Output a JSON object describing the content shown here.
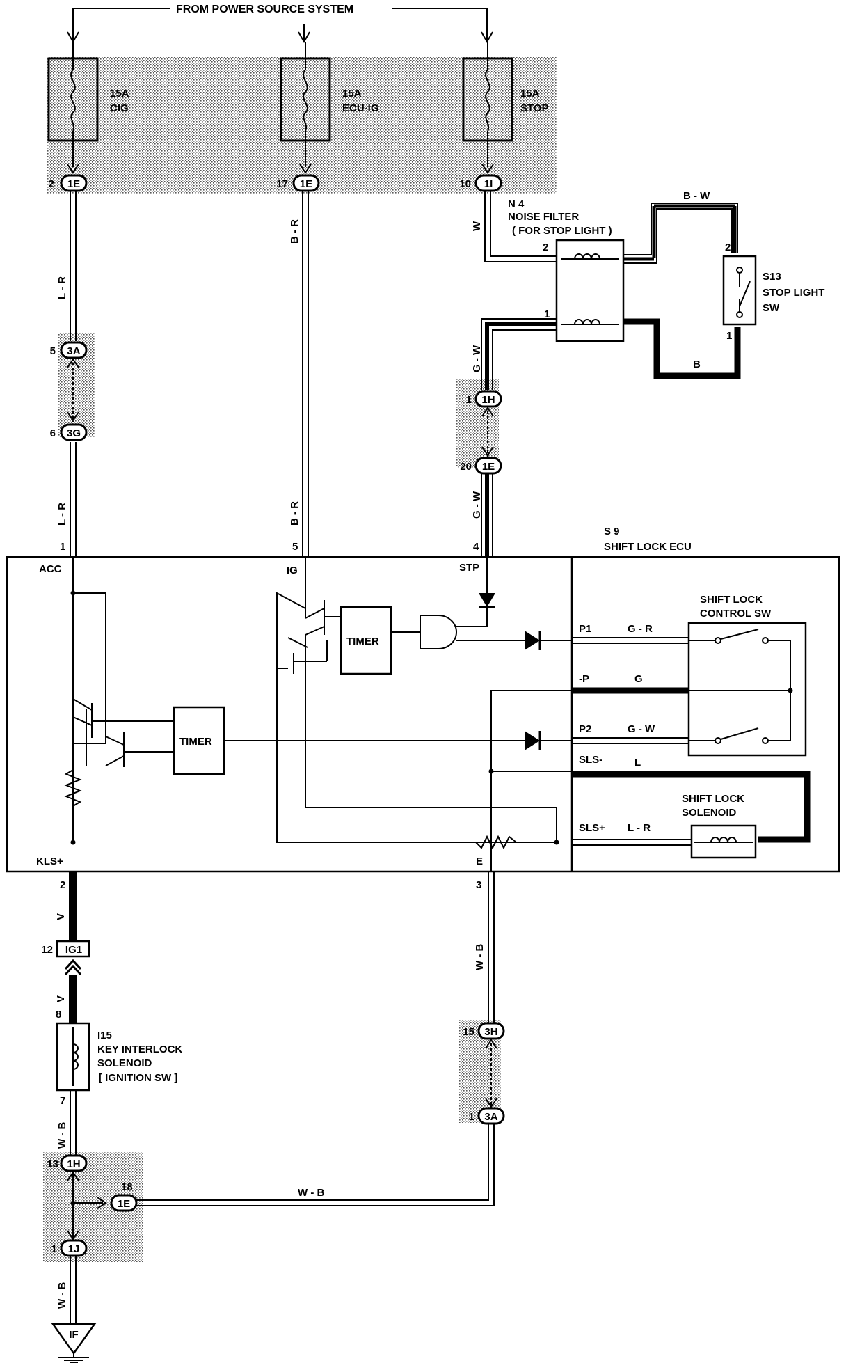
{
  "header": {
    "label": "FROM POWER SOURCE SYSTEM"
  },
  "fuses": [
    {
      "amp": "15A",
      "name": "CIG"
    },
    {
      "amp": "15A",
      "name": "ECU-IG"
    },
    {
      "amp": "15A",
      "name": "STOP"
    }
  ],
  "connectors": {
    "c1": {
      "pin": "2",
      "code": "1E"
    },
    "c2": {
      "pin": "17",
      "code": "1E"
    },
    "c3": {
      "pin": "10",
      "code": "1I"
    },
    "c4": {
      "pin": "5",
      "code": "3A"
    },
    "c5": {
      "pin": "6",
      "code": "3G"
    },
    "c6": {
      "pin": "1",
      "code": "1H"
    },
    "c7": {
      "pin": "20",
      "code": "1E"
    },
    "c8": {
      "pin": "12",
      "code": "IG1"
    },
    "c9": {
      "pin": "15",
      "code": "3H"
    },
    "c10": {
      "pin": "1",
      "code": "3A"
    },
    "c11": {
      "pin": "13",
      "code": "1H"
    },
    "c12": {
      "pin": "18",
      "code": "1E"
    },
    "c13": {
      "pin": "1",
      "code": "1J"
    },
    "ground": {
      "code": "IF"
    }
  },
  "wires": {
    "lr1": "L - R",
    "br1": "B - R",
    "w1": "W",
    "bw": "B - W",
    "b1": "B",
    "gw1": "G - W",
    "lr2": "L - R",
    "br2": "B - R",
    "gw2": "G - W",
    "v1": "V",
    "v2": "V",
    "wb1": "W - B",
    "wb2": "W - B",
    "wb3": "W - B",
    "wb4": "W - B"
  },
  "noise_filter": {
    "ref": "N 4",
    "line1": "NOISE  FILTER",
    "line2": "( FOR STOP  LIGHT )",
    "pin_top": "2",
    "pin_bot": "1"
  },
  "stop_switch": {
    "ref": "S13",
    "line1": "STOP   LIGHT",
    "line2": "SW",
    "pin_top": "2",
    "pin_bot": "1"
  },
  "ecu": {
    "ref": "S  9",
    "name": "SHIFT  LOCK  ECU",
    "pins": {
      "acc": "1",
      "ig": "5",
      "stp": "4",
      "kls": "2",
      "e": "3"
    },
    "terminals": {
      "acc": "ACC",
      "ig": "IG",
      "stp": "STP",
      "kls": "KLS+",
      "e": "E",
      "p1": "P1",
      "p": "-P",
      "p2": "P2",
      "slsm": "SLS-",
      "slsp": "SLS+"
    },
    "timer1": "TIMER",
    "timer2": "TIMER",
    "internal_wires": {
      "p1": "G - R",
      "p": "G",
      "p2": "G - W",
      "slsm": "L",
      "slsp": "L - R"
    }
  },
  "control_sw": {
    "line1": "SHIFT  LOCK",
    "line2": "CONTROL  SW"
  },
  "solenoid": {
    "line1": "SHIFT  LOCK",
    "line2": "SOLENOID"
  },
  "key_interlock": {
    "ref": "I15",
    "line1": "KEY  INTERLOCK",
    "line2": "SOLENOID",
    "line3": "[ IGNITION  SW ]",
    "pin_top": "8",
    "pin_bot": "7"
  }
}
